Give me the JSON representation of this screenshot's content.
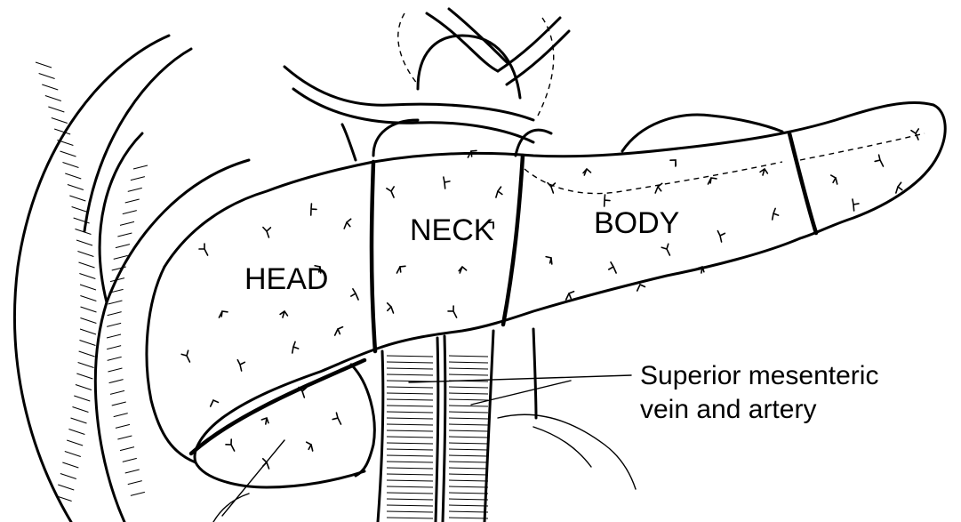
{
  "regions": {
    "head": "HEAD",
    "neck": "NECK",
    "body": "BODY"
  },
  "callout": {
    "line1": "Superior mesenteric",
    "line2": "vein and artery"
  }
}
